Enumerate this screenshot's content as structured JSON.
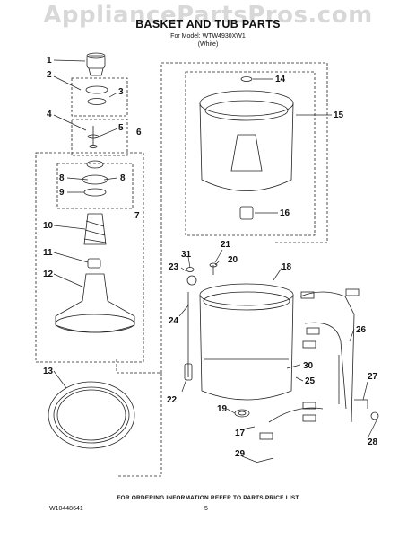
{
  "watermark": "AppliancePartsPros.com",
  "header": {
    "title": "BASKET AND TUB PARTS",
    "model_line": "For Model: WTW4930XW1",
    "color_line": "(White)"
  },
  "callouts": [
    "1",
    "2",
    "3",
    "4",
    "5",
    "6",
    "7",
    "8",
    "8",
    "9",
    "10",
    "11",
    "12",
    "13",
    "14",
    "15",
    "16",
    "17",
    "18",
    "19",
    "20",
    "21",
    "22",
    "23",
    "24",
    "25",
    "26",
    "27",
    "28",
    "29",
    "30",
    "31"
  ],
  "footer": {
    "note": "FOR ORDERING INFORMATION REFER TO PARTS PRICE LIST",
    "doc_number": "W10448641",
    "page_number": "5"
  }
}
